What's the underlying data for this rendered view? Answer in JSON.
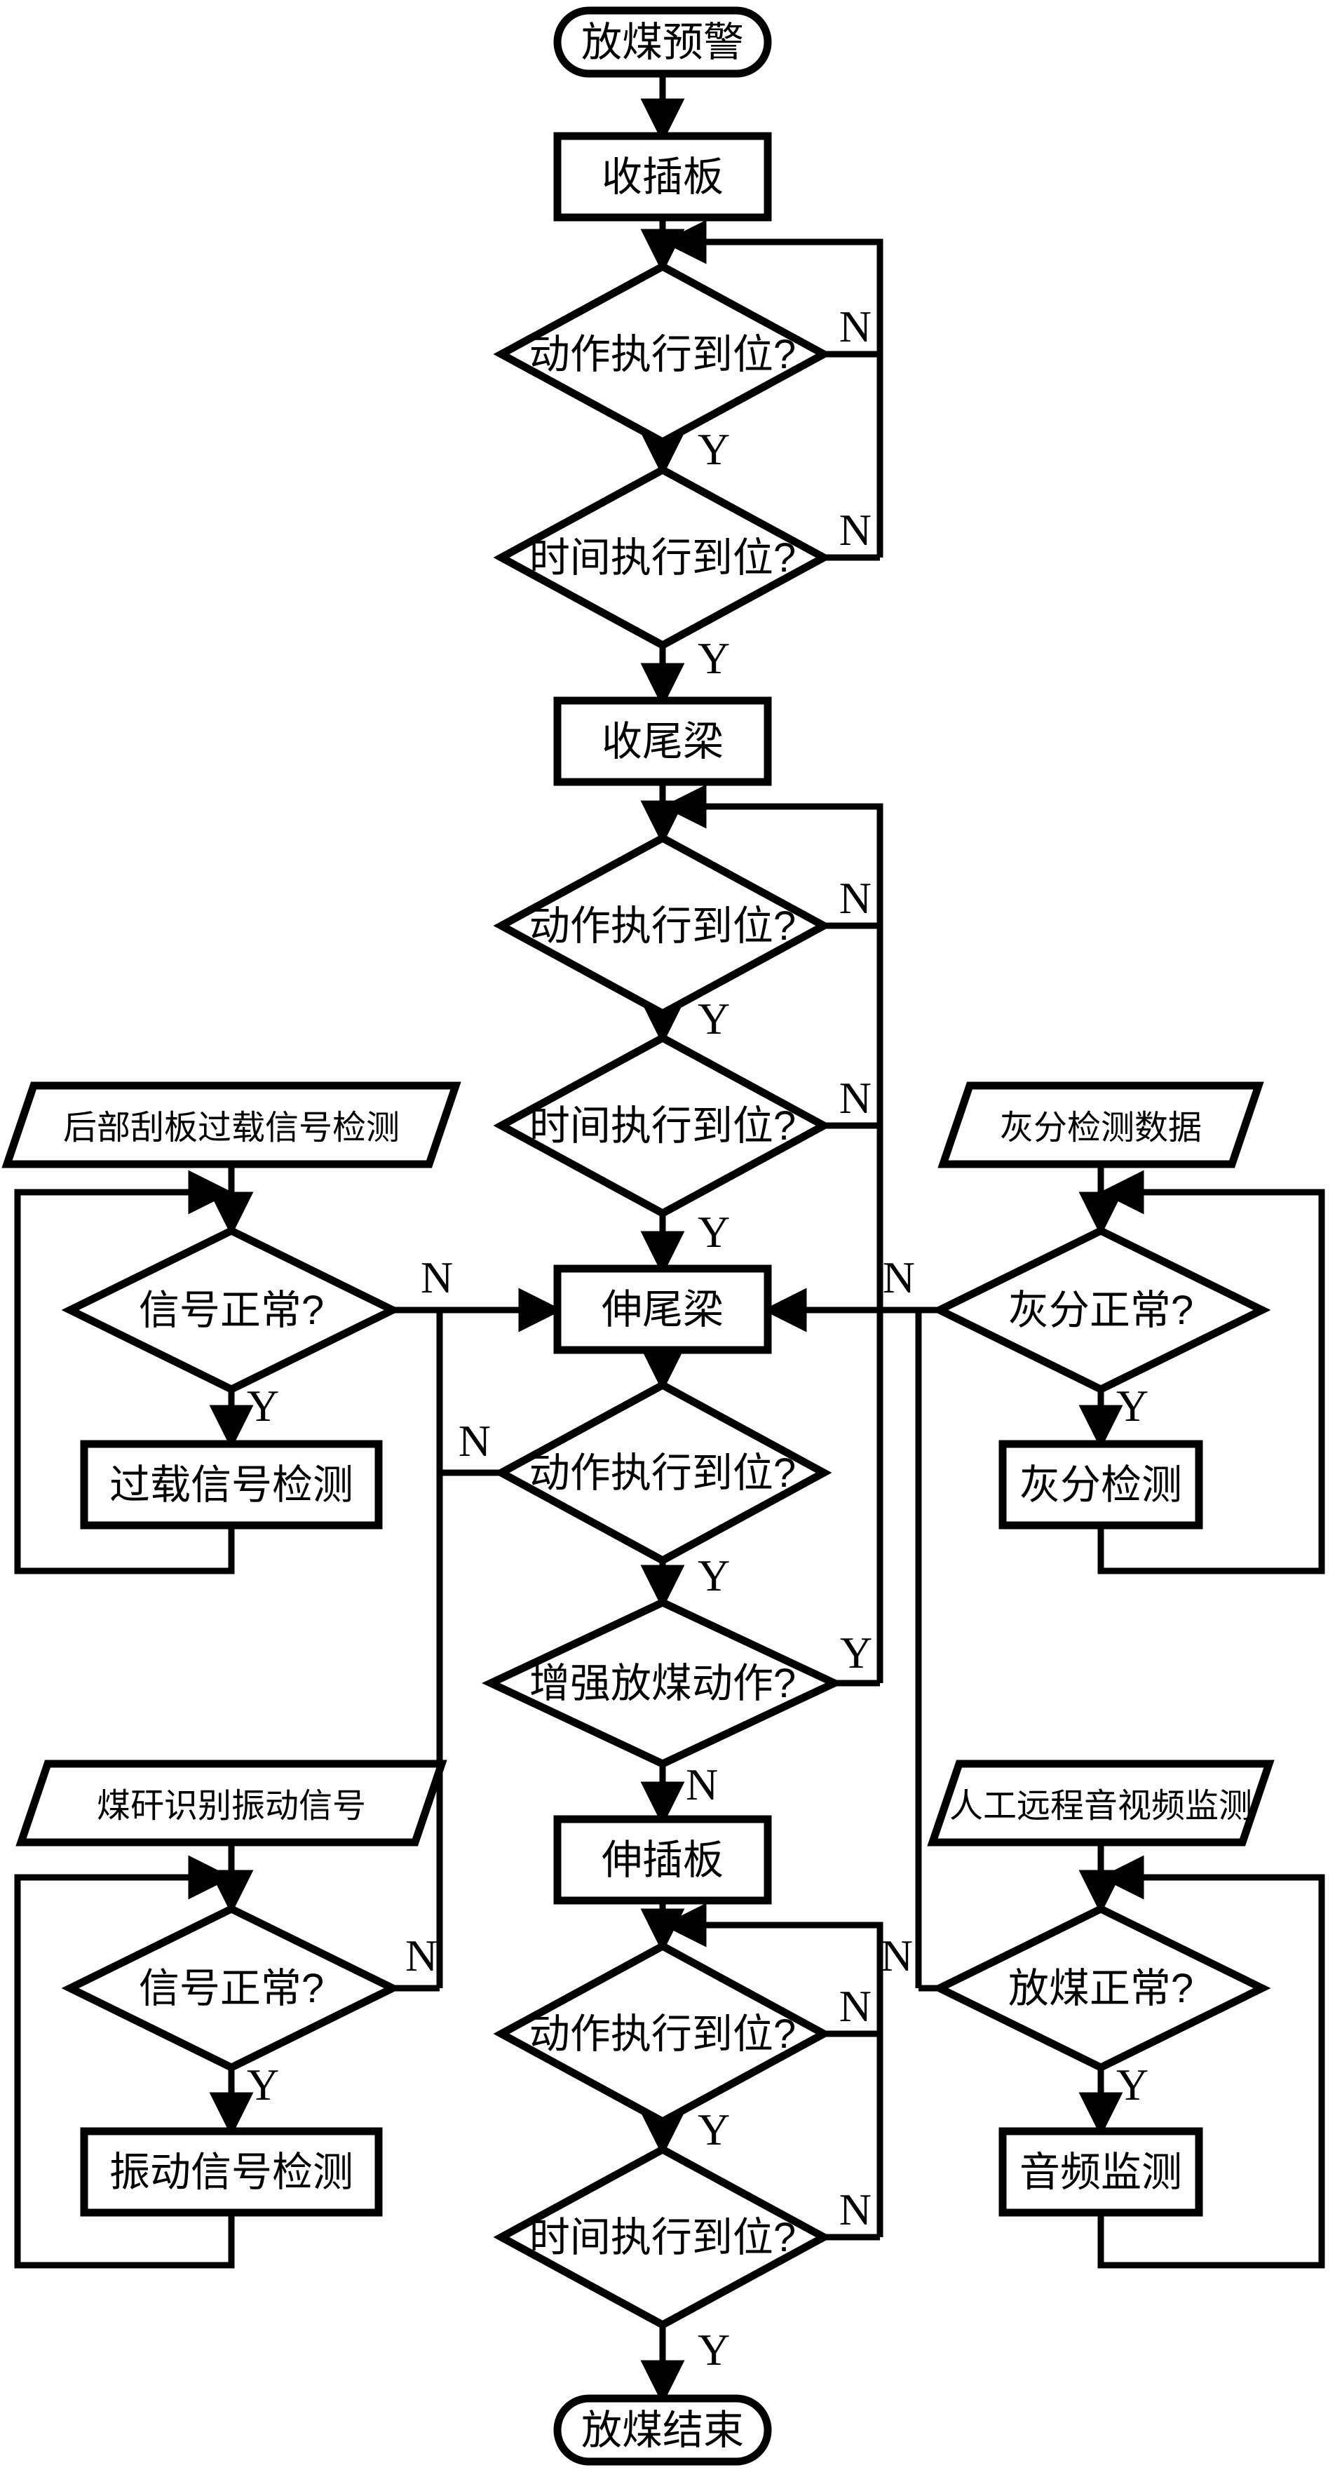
{
  "diagram": {
    "colors": {
      "line": "#000000",
      "background": "#ffffff",
      "shape_fill": "#ffffff"
    },
    "branch_labels": {
      "yes": "Y",
      "no": "N"
    },
    "nodes": {
      "start": "放煤预警",
      "retract_plate": "收插板",
      "q_action_1": "动作执行到位?",
      "q_time_1": "时间执行到位?",
      "retract_beam": "收尾梁",
      "q_action_2": "动作执行到位?",
      "q_time_2": "时间执行到位?",
      "extend_beam": "伸尾梁",
      "q_action_3": "动作执行到位?",
      "q_enhance": "增强放煤动作?",
      "extend_plate": "伸插板",
      "q_action_4": "动作执行到位?",
      "q_time_3": "时间执行到位?",
      "end": "放煤结束",
      "overload_input": "后部刮板过载信号检测",
      "q_signal_1": "信号正常?",
      "overload_check": "过载信号检测",
      "vibration_input": "煤矸识别振动信号",
      "q_signal_2": "信号正常?",
      "vibration_check": "振动信号检测",
      "ash_input": "灰分检测数据",
      "q_ash": "灰分正常?",
      "ash_check": "灰分检测",
      "av_input": "人工远程音视频监测",
      "q_caving": "放煤正常?",
      "audio_check": "音频监测"
    }
  }
}
